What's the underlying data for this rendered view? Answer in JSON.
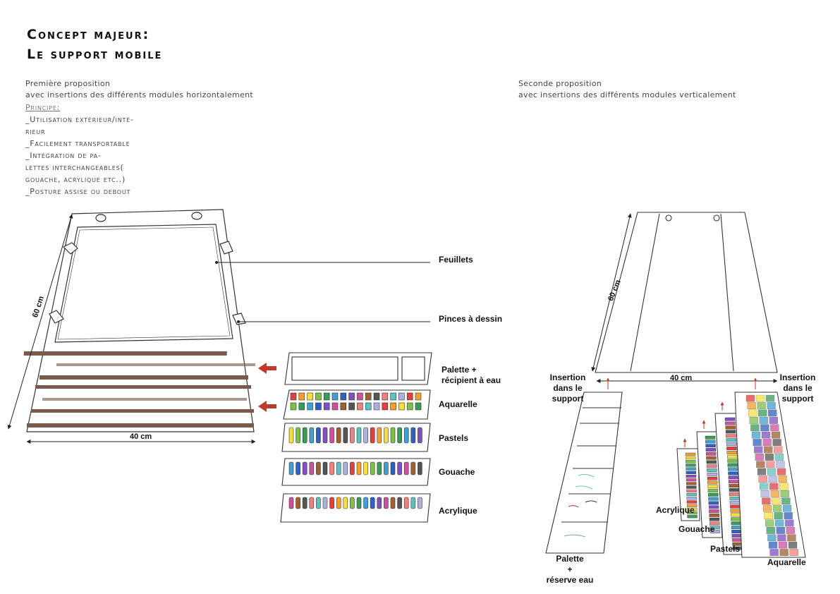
{
  "title": {
    "line1": "Concept majeur:",
    "line2": "Le support mobile"
  },
  "first_proposal": {
    "heading": "Première proposition",
    "description": "avec insertions des différents modules horizontalement",
    "principle_title": "Principe:",
    "principles": [
      "_Utilisation extérieur/inté-",
      "rieur",
      "_Facilement transportable",
      "_Intégration de pa-",
      "lettes interchangeables(",
      "gouache, acrylique etc..)",
      "_Posture assise ou debout"
    ],
    "labels": {
      "sheets": "Feuillets",
      "clips": "Pinces à dessin",
      "palette_line1": "Palette +",
      "palette_line2": "récipient à eau",
      "watercolor": "Aquarelle",
      "pastels": "Pastels",
      "gouache": "Gouache",
      "acrylic": "Acrylique"
    },
    "dimensions": {
      "height": "60 cm",
      "width": "40 cm"
    }
  },
  "second_proposal": {
    "heading": "Seconde proposition",
    "description": "avec insertions des différents modules verticalement",
    "labels": {
      "insertion_left_1": "Insertion",
      "insertion_left_2": "dans le",
      "insertion_left_3": "support",
      "insertion_right_1": "Insertion",
      "insertion_right_2": "dans le",
      "insertion_right_3": "support",
      "palette_line1": "Palette",
      "palette_line2": "+",
      "palette_line3": "réserve eau",
      "acrylic": "Acrylique",
      "gouache": "Gouache",
      "pastels": "Pastels",
      "watercolor": "Aquarelle"
    },
    "dimensions": {
      "height": "60 cm",
      "width": "40 cm"
    }
  },
  "colors": {
    "wood": "#7a5a4a",
    "arrow_red": "#c0392b",
    "line": "#333333"
  }
}
